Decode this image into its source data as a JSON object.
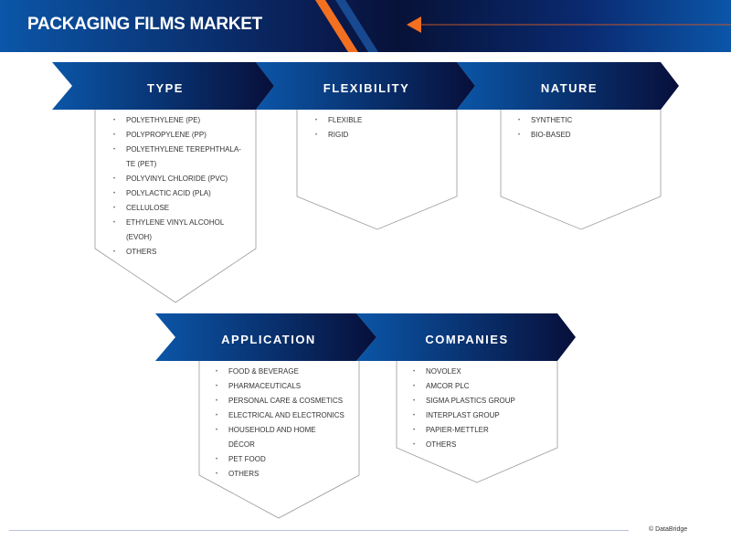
{
  "title": "PACKAGING FILMS MARKET",
  "segments": [
    {
      "label": "TYPE",
      "items": [
        "POLYETHYLENE (PE)",
        "POLYPROPYLENE (PP)",
        "POLYETHYLENE TEREPHTHALA-",
        "TE (PET)",
        "POLYVINYL CHLORIDE (PVC)",
        "POLYLACTIC ACID (PLA)",
        "CELLULOSE",
        "ETHYLENE VINYL ALCOHOL",
        "(EVOH)",
        "OTHERS"
      ]
    },
    {
      "label": "FLEXIBILITY",
      "items": [
        "FLEXIBLE",
        "RIGID"
      ]
    },
    {
      "label": "NATURE",
      "items": [
        "SYNTHETIC",
        "BIO-BASED"
      ]
    },
    {
      "label": "APPLICATION",
      "items": [
        "FOOD & BEVERAGE",
        "PHARMACEUTICALS",
        "PERSONAL CARE & COSMETICS",
        "ELECTRICAL AND ELECTRONICS",
        "HOUSEHOLD AND HOME",
        "DÉCOR",
        "PET FOOD",
        "OTHERS"
      ]
    },
    {
      "label": "COMPANIES",
      "items": [
        "NOVOLEX",
        "AMCOR PLC",
        "SIGMA PLASTICS GROUP",
        "INTERPLAST GROUP",
        "PAPIER-METTLER",
        "OTHERS"
      ]
    }
  ],
  "footer": "© DataBridge",
  "colors": {
    "accent": "#f37021",
    "navy": "#0a1440",
    "blue": "#0b56a8"
  }
}
